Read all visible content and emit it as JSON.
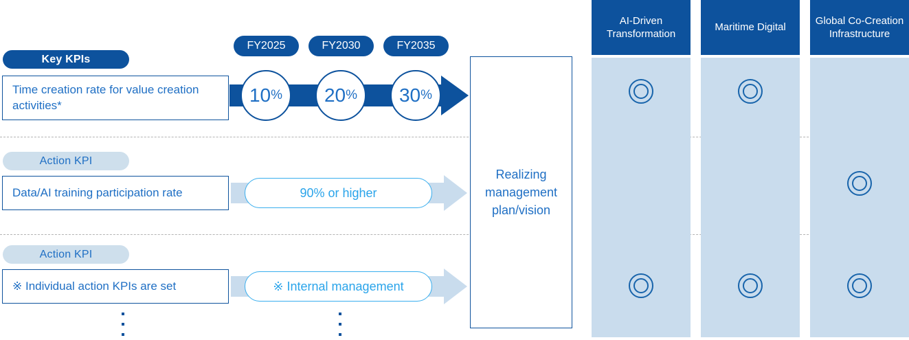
{
  "timeline": {
    "fy_labels": [
      "FY2025",
      "FY2030",
      "FY2035"
    ],
    "milestones": [
      {
        "number": "10",
        "symbol": "%"
      },
      {
        "number": "20",
        "symbol": "%"
      },
      {
        "number": "30",
        "symbol": "%"
      }
    ]
  },
  "rows": [
    {
      "badge": "Key KPIs",
      "badge_style": "primary",
      "description": "Time creation rate for value creation activities*",
      "target": null
    },
    {
      "badge": "Action KPI",
      "badge_style": "secondary",
      "description": "Data/AI training participation rate",
      "target": "90% or higher"
    },
    {
      "badge": "Action KPI",
      "badge_style": "secondary",
      "description": "※ Individual action KPIs are set",
      "target": "※ Internal management"
    }
  ],
  "vision": {
    "label": "Realizing management plan/vision"
  },
  "strategy_columns": [
    {
      "title": "AI-Driven Transformation",
      "marks": [
        true,
        false,
        true
      ]
    },
    {
      "title": "Maritime Digital",
      "marks": [
        true,
        false,
        true
      ]
    },
    {
      "title": "Global Co-Creation Infrastructure",
      "marks": [
        false,
        true,
        true
      ]
    }
  ],
  "colors": {
    "primary_blue": "#0d529d",
    "text_blue": "#1f6fc4",
    "accent_cyan": "#2aa4ea",
    "panel_blue": "#c9dced",
    "pill_blue": "#cedfec"
  }
}
